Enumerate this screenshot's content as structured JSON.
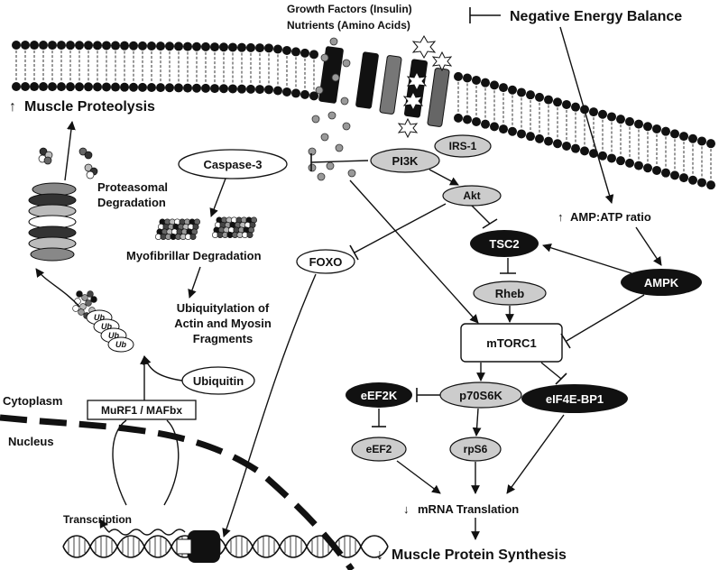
{
  "labels": {
    "growth_factors": "Growth Factors (Insulin)",
    "nutrients": "Nutrients (Amino Acids)",
    "negative_energy_balance": "Negative Energy Balance",
    "muscle_proteolysis": "Muscle Proteolysis",
    "proteasomal_line1": "Proteasomal",
    "proteasomal_line2": "Degradation",
    "caspase3": "Caspase-3",
    "irs1": "IRS-1",
    "pi3k": "PI3K",
    "akt": "Akt",
    "amp_atp": "AMP:ATP ratio",
    "tsc2": "TSC2",
    "myofibrillar": "Myofibrillar Degradation",
    "foxo": "FOXO",
    "ampk": "AMPK",
    "rheb": "Rheb",
    "ubiq_line1": "Ubiquitylation of",
    "ubiq_line2": "Actin and Myosin",
    "ubiq_line3": "Fragments",
    "mtorc1": "mTORC1",
    "ubiquitin": "Ubiquitin",
    "cytoplasm": "Cytoplasm",
    "murf1": "MuRF1 / MAFbx",
    "eef2k": "eEF2K",
    "p70s6k": "p70S6K",
    "eif4ebp1": "eIF4E-BP1",
    "nucleus": "Nucleus",
    "eef2": "eEF2",
    "rps6": "rpS6",
    "mrna_translation": "mRNA Translation",
    "transcription": "Transcription",
    "muscle_protein_synthesis": "Muscle Protein Synthesis",
    "ub_tag": "Ub",
    "up_arrow": "↑",
    "down_arrow": "↓"
  }
}
